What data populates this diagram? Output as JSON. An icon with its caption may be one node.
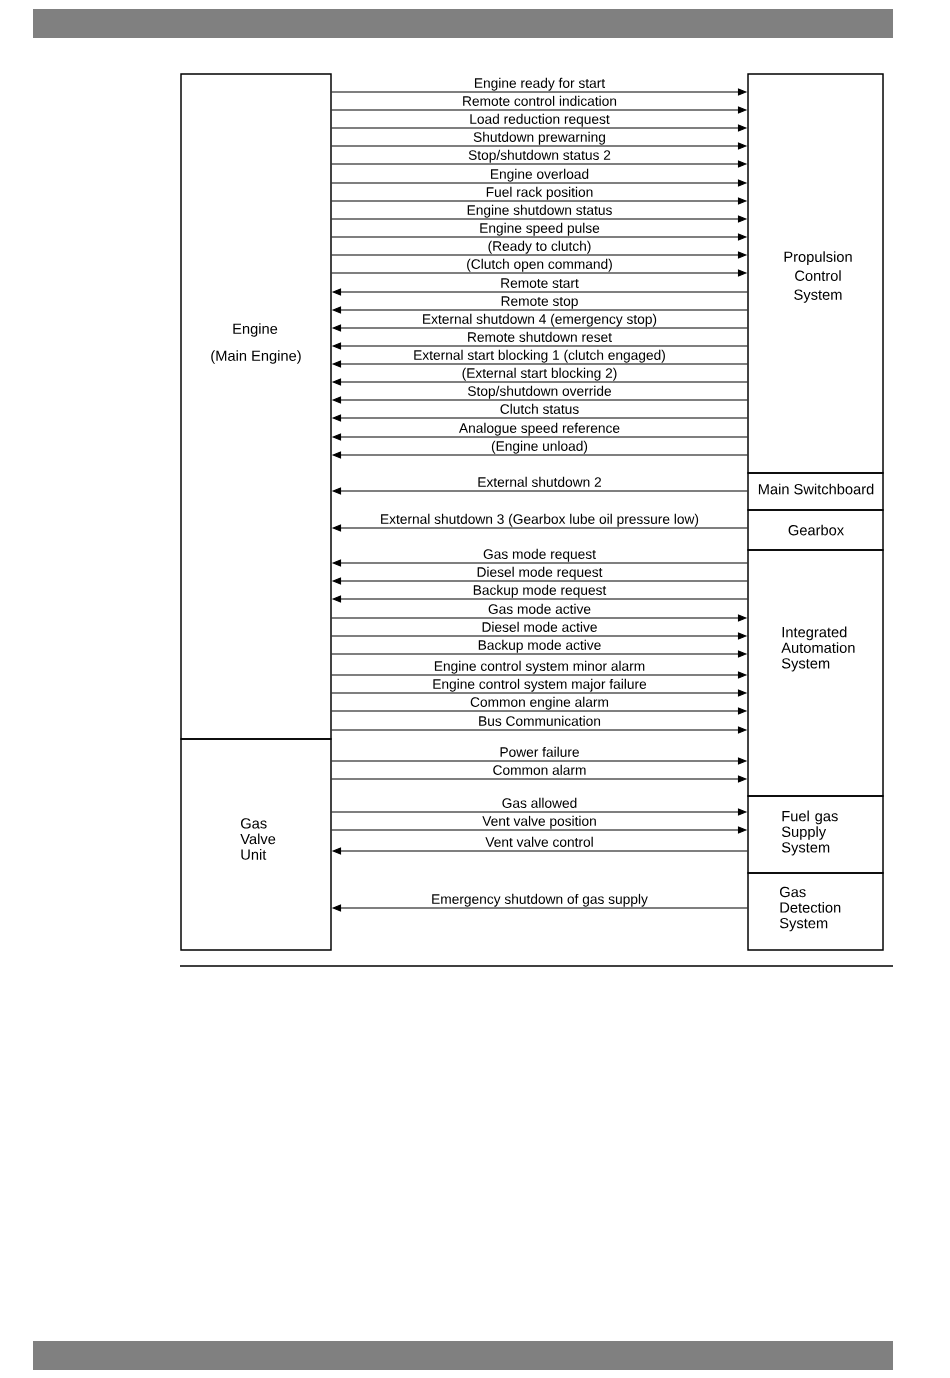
{
  "diagram": {
    "nodes": [
      {
        "text": [
          "Engine",
          "(Main Engine)"
        ]
      },
      {
        "text": [
          "Gas Valve Unit"
        ]
      },
      {
        "text": [
          "Propulsion Control System"
        ]
      },
      {
        "text": [
          "Main Switchboard"
        ]
      },
      {
        "text": [
          "Gearbox"
        ]
      },
      {
        "text": [
          "Integrated Automation System"
        ]
      },
      {
        "text": [
          "Fuel gas Supply System"
        ]
      },
      {
        "text": [
          "Gas Detection System"
        ]
      }
    ],
    "edges": [
      {
        "from": 0,
        "to": 2,
        "arrow": "to",
        "label": "Engine ready for start"
      },
      {
        "from": 0,
        "to": 2,
        "arrow": "to",
        "label": "Remote control indication"
      },
      {
        "from": 0,
        "to": 2,
        "arrow": "to",
        "label": "Load reduction request"
      },
      {
        "from": 0,
        "to": 2,
        "arrow": "to",
        "label": "Shutdown prewarning"
      },
      {
        "from": 0,
        "to": 2,
        "arrow": "to",
        "label": "Stop/shutdown status 2"
      },
      {
        "from": 0,
        "to": 2,
        "arrow": "to",
        "label": "Engine overload"
      },
      {
        "from": 0,
        "to": 2,
        "arrow": "to",
        "label": "Fuel rack position"
      },
      {
        "from": 0,
        "to": 2,
        "arrow": "to",
        "label": "Engine shutdown status"
      },
      {
        "from": 0,
        "to": 2,
        "arrow": "to",
        "label": "Engine speed pulse"
      },
      {
        "from": 0,
        "to": 2,
        "arrow": "to",
        "label": "(Ready to clutch)"
      },
      {
        "from": 0,
        "to": 2,
        "arrow": "to",
        "label": "(Clutch open command)"
      },
      {
        "from": 2,
        "to": 0,
        "arrow": "to",
        "label": "Remote start"
      },
      {
        "from": 2,
        "to": 0,
        "arrow": "to",
        "label": "Remote stop"
      },
      {
        "from": 2,
        "to": 0,
        "arrow": "to",
        "label": "External shutdown 4 (emergency stop)"
      },
      {
        "from": 2,
        "to": 0,
        "arrow": "to",
        "label": "Remote shutdown reset"
      },
      {
        "from": 2,
        "to": 0,
        "arrow": "to",
        "label": "External start blocking 1 (clutch engaged)"
      },
      {
        "from": 2,
        "to": 0,
        "arrow": "to",
        "label": "(External start blocking 2)"
      },
      {
        "from": 2,
        "to": 0,
        "arrow": "to",
        "label": "Stop/shutdown override"
      },
      {
        "from": 2,
        "to": 0,
        "arrow": "to",
        "label": "Clutch status"
      },
      {
        "from": 2,
        "to": 0,
        "arrow": "to",
        "label": "Analogue speed reference"
      },
      {
        "from": 2,
        "to": 0,
        "arrow": "to",
        "label": "(Engine unload)"
      },
      {
        "from": 3,
        "to": 0,
        "arrow": "to",
        "label": "External shutdown 2"
      },
      {
        "from": 4,
        "to": 0,
        "arrow": "to",
        "label": "External shutdown 3 (Gearbox lube oil pressure low)"
      },
      {
        "from": 5,
        "to": 0,
        "arrow": "to",
        "label": "Gas mode request"
      },
      {
        "from": 5,
        "to": 0,
        "arrow": "to",
        "label": "Diesel mode request"
      },
      {
        "from": 5,
        "to": 0,
        "arrow": "to",
        "label": "Backup mode request"
      },
      {
        "from": 0,
        "to": 5,
        "arrow": "to",
        "label": "Gas mode active"
      },
      {
        "from": 0,
        "to": 5,
        "arrow": "to",
        "label": "Diesel mode active"
      },
      {
        "from": 0,
        "to": 5,
        "arrow": "to",
        "label": "Backup mode active"
      },
      {
        "from": 0,
        "to": 5,
        "arrow": "to",
        "label": "Engine control system minor alarm"
      },
      {
        "from": 0,
        "to": 5,
        "arrow": "to",
        "label": "Engine control system major failure"
      },
      {
        "from": 0,
        "to": 5,
        "arrow": "to",
        "label": "Common engine alarm"
      },
      {
        "from": 0,
        "to": 5,
        "arrow": "to",
        "label": "Bus Communication"
      },
      {
        "from": 1,
        "to": 5,
        "arrow": "to",
        "label": "Power failure"
      },
      {
        "from": 1,
        "to": 5,
        "arrow": "to",
        "label": "Common alarm"
      },
      {
        "from": 1,
        "to": 6,
        "arrow": "to",
        "label": "Gas allowed"
      },
      {
        "from": 1,
        "to": 6,
        "arrow": "to",
        "label": "Vent valve position"
      },
      {
        "from": 6,
        "to": 1,
        "arrow": "to",
        "label": "Vent valve control"
      },
      {
        "from": 7,
        "to": 1,
        "arrow": "to",
        "label": "Emergency shutdown of gas supply"
      }
    ]
  }
}
